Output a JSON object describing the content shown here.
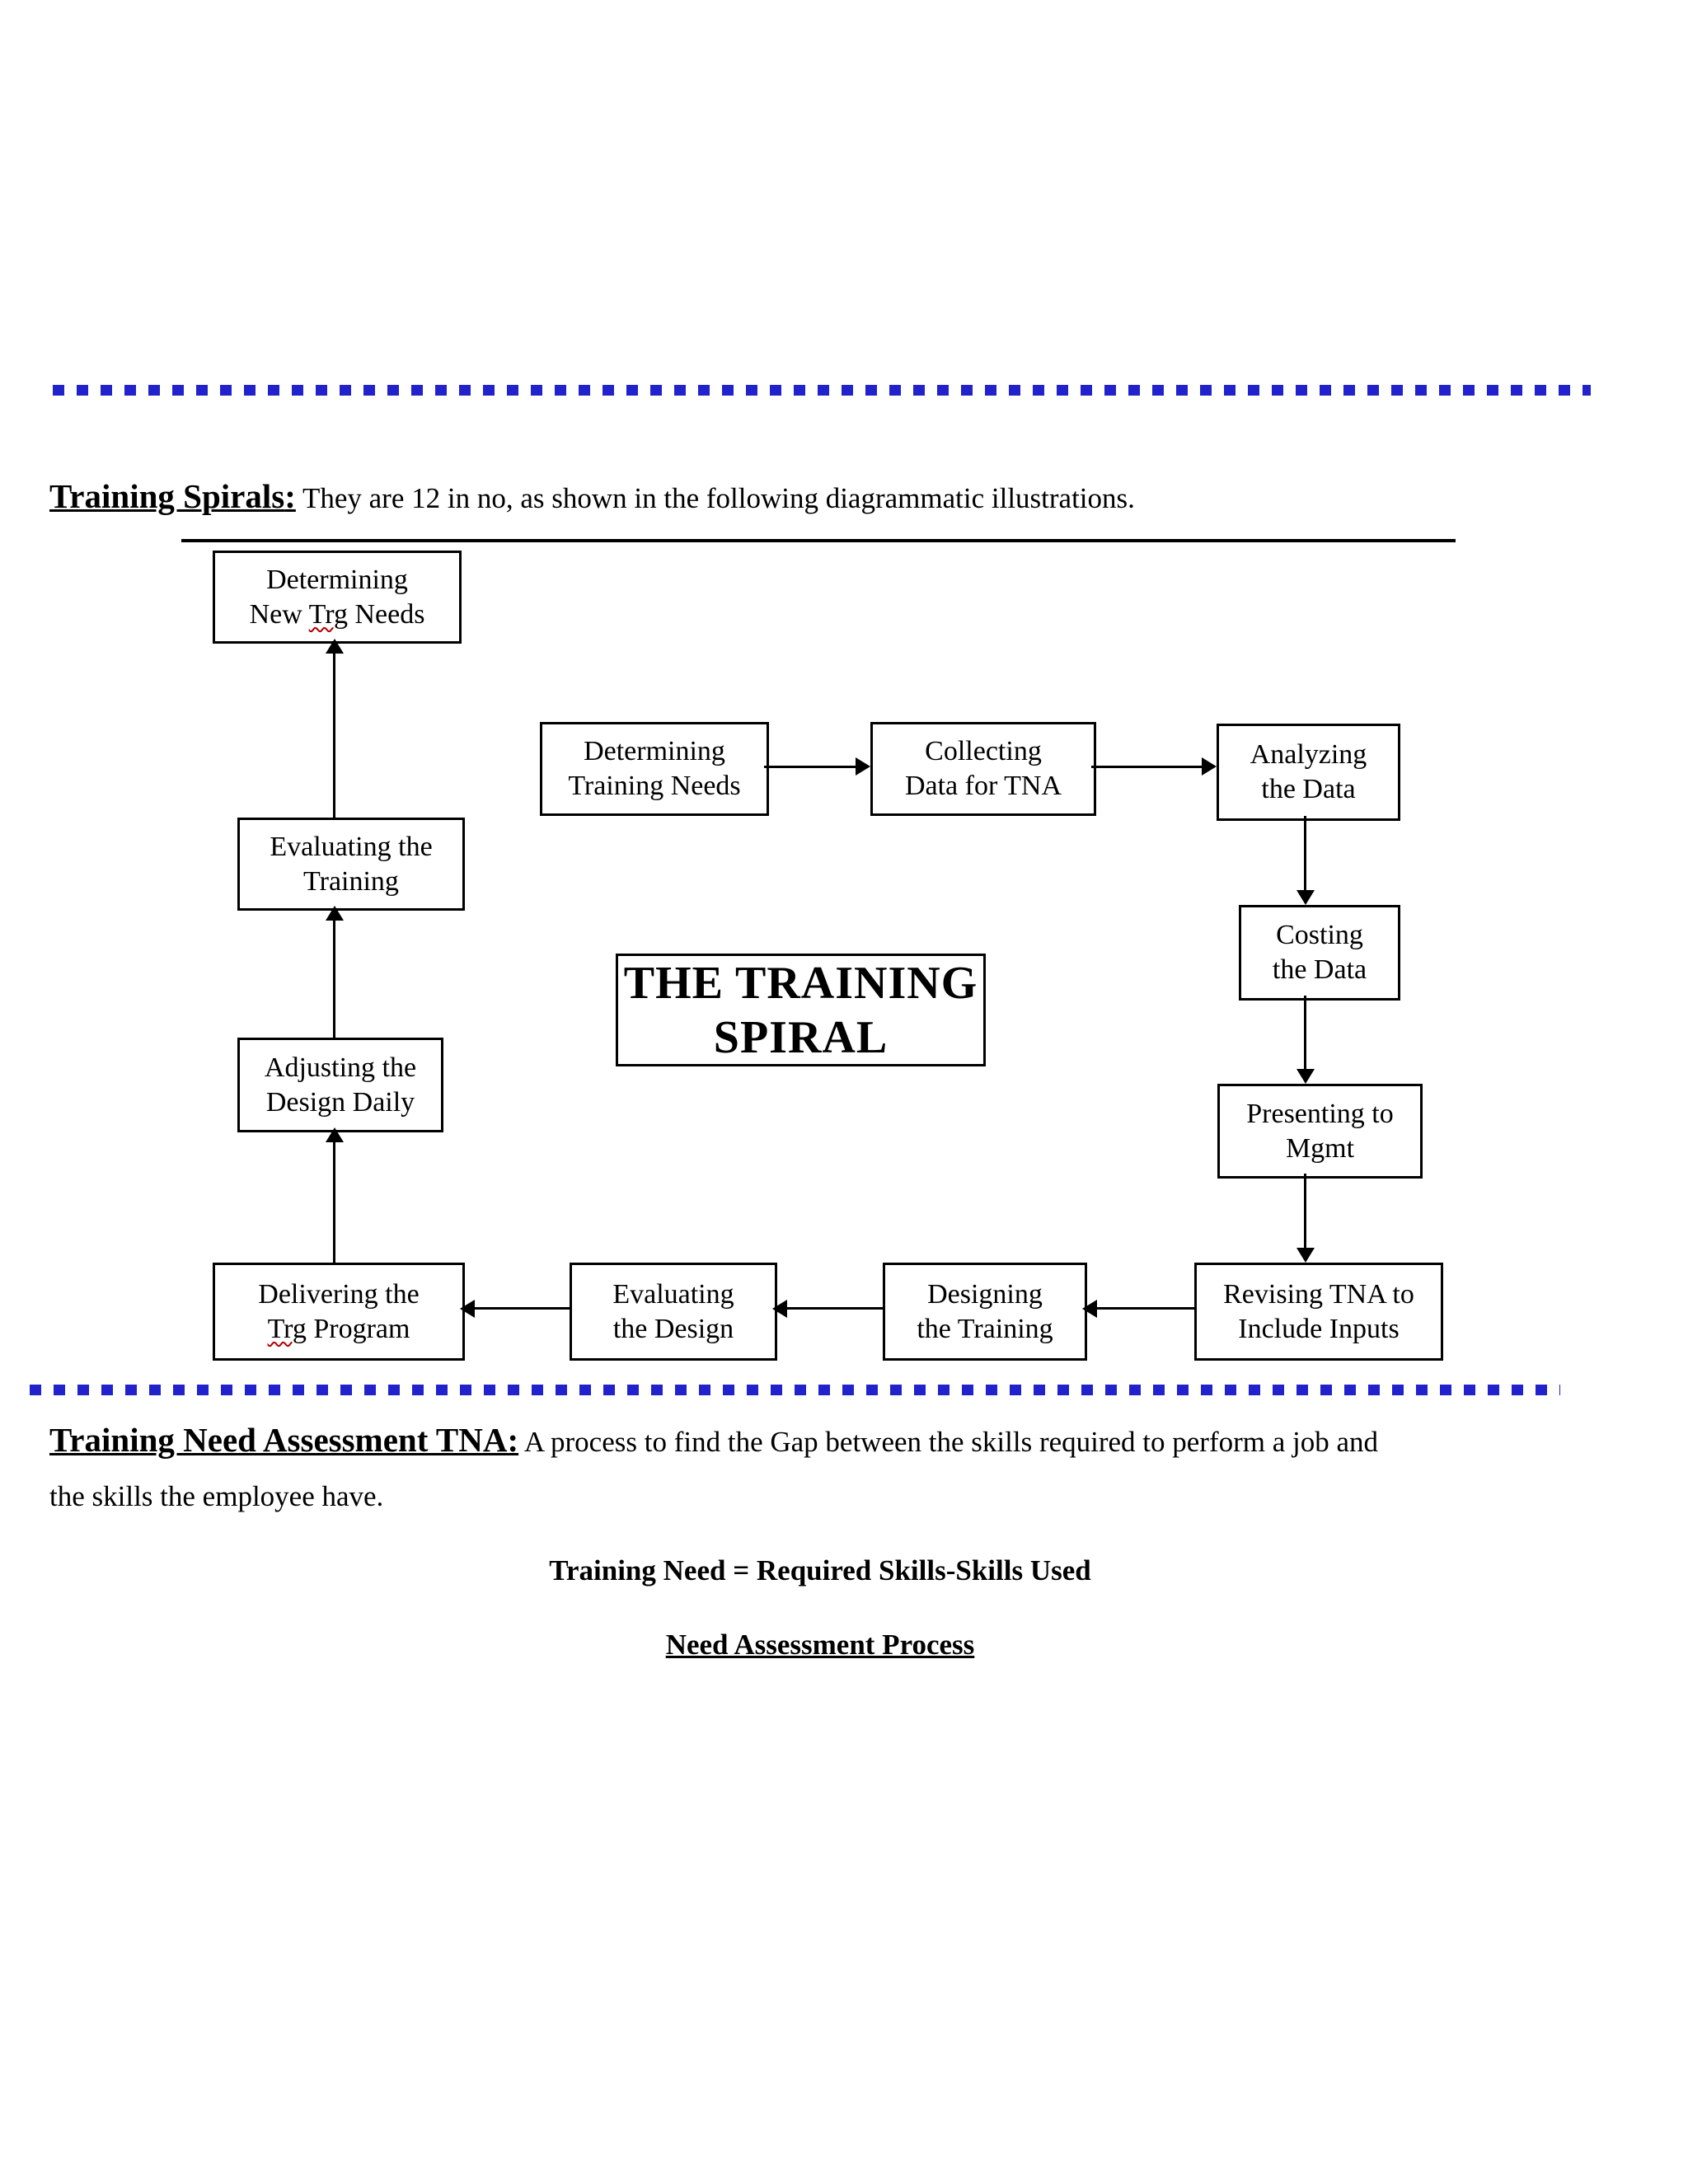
{
  "intro": {
    "title_bold": "Training Spirals",
    "title_colon": ":",
    "title_rest": " They are 12 in no, as shown in the following diagrammatic illustrations."
  },
  "diagram": {
    "center_title": {
      "line1": "THE TRAINING",
      "line2": "SPIRAL"
    },
    "boxes": {
      "determining_new_trg_needs": {
        "line1": "Determining",
        "line2_pre": "New ",
        "line2_wavy": "Trg",
        "line2_post": " Needs"
      },
      "determining_training_needs": {
        "line1": "Determining",
        "line2": "Training Needs"
      },
      "collecting_data_for_tna": {
        "line1": "Collecting",
        "line2": "Data for TNA"
      },
      "analyzing_the_data": {
        "line1": "Analyzing",
        "line2": "the Data"
      },
      "evaluating_the_training": {
        "line1": "Evaluating the",
        "line2": "Training"
      },
      "costing_the_data": {
        "line1": "Costing",
        "line2": "the Data"
      },
      "adjusting_the_design_daily": {
        "line1": "Adjusting the",
        "line2": "Design Daily"
      },
      "presenting_to_mgmt": {
        "line1": "Presenting to",
        "line2": "Mgmt"
      },
      "delivering_the_trg_program": {
        "line1": "Delivering the",
        "line2_wavy": "Trg",
        "line2_post": " Program"
      },
      "evaluating_the_design": {
        "line1": "Evaluating",
        "line2": "the Design"
      },
      "designing_the_training": {
        "line1": "Designing",
        "line2": "the Training"
      },
      "revising_tna_to_include_inputs": {
        "line1": "Revising TNA to",
        "line2": "Include Inputs"
      }
    }
  },
  "tna_section": {
    "heading_bold": "Training Need Assessment TNA:",
    "heading_rest": " A process to find the Gap between the skills required to perform a job and",
    "line2": "the skills the employee have.",
    "formula": "Training Need = Required Skills-Skills Used",
    "process_heading": "Need Assessment Process"
  },
  "colors": {
    "dashed_divider": "#2222cc",
    "spellcheck_underline": "#b30000",
    "text": "#000000",
    "background": "#ffffff"
  }
}
